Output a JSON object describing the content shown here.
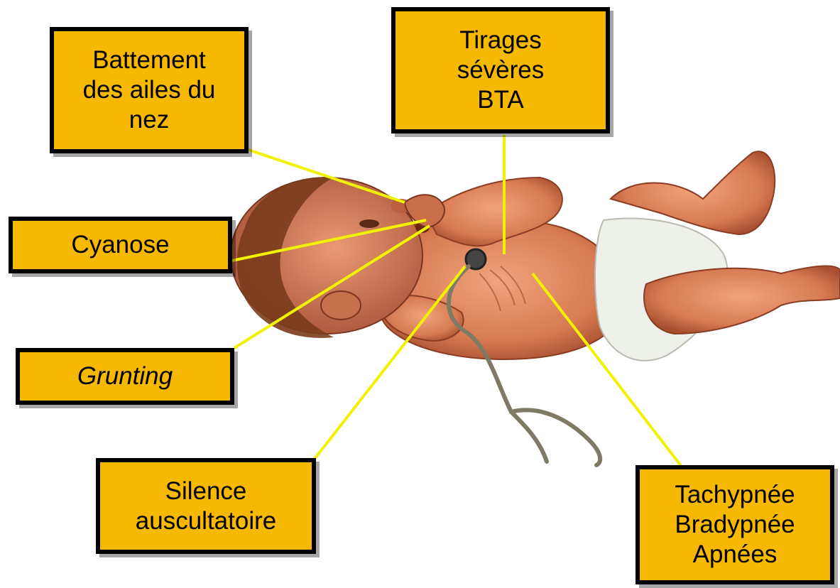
{
  "colors": {
    "box_fill": "#f6b800",
    "box_border": "#000000",
    "leader_line": "#f2f200",
    "skin": "#d9845f",
    "hair": "#7a3b1c",
    "diaper": "#eef0ea"
  },
  "labels": {
    "nasal_flaring": "Battement\ndes ailes du\nnez",
    "retractions": "Tirages\nsévères\nBTA",
    "cyanosis": "Cyanose",
    "grunting": "Grunting",
    "auscultatory_silence": "Silence\nauscultatoire",
    "breathing_rate": "Tachypnée\nBradypnée\nApnées"
  },
  "illustration": {
    "subject": "infant-lying-supine-icon",
    "instrument": "stethoscope-icon"
  }
}
